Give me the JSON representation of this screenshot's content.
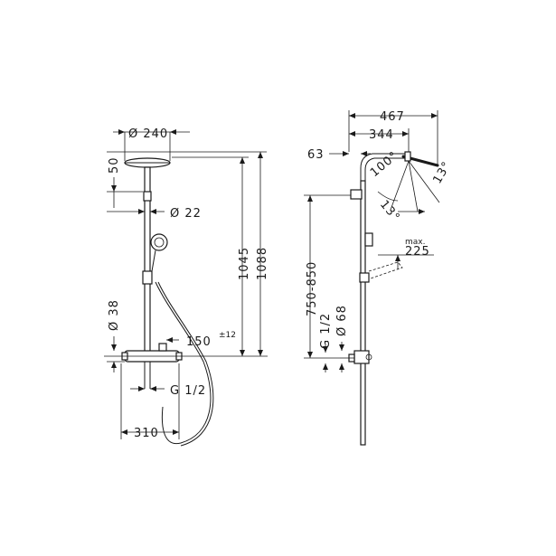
{
  "front_view": {
    "dims": {
      "head_diameter": "Ø 240",
      "head_height": "50",
      "pipe_diameter": "Ø 22",
      "overall_1045": "1045",
      "overall_1088": "1088",
      "mixer_diameter": "Ø 38",
      "hose_offset": "150",
      "hose_tolerance": "±12",
      "connection_thread": "G 1/2",
      "mixer_width": "310"
    }
  },
  "side_view": {
    "dims": {
      "arm_467": "467",
      "arm_344": "344",
      "wall_63": "63",
      "angle_100": "100°",
      "angle_13a": "13°",
      "angle_13b": "13°",
      "height_range": "750-850",
      "thread": "G 1/2",
      "diameter_68": "Ø 68",
      "max_label": "max.",
      "max_value": "225"
    }
  }
}
